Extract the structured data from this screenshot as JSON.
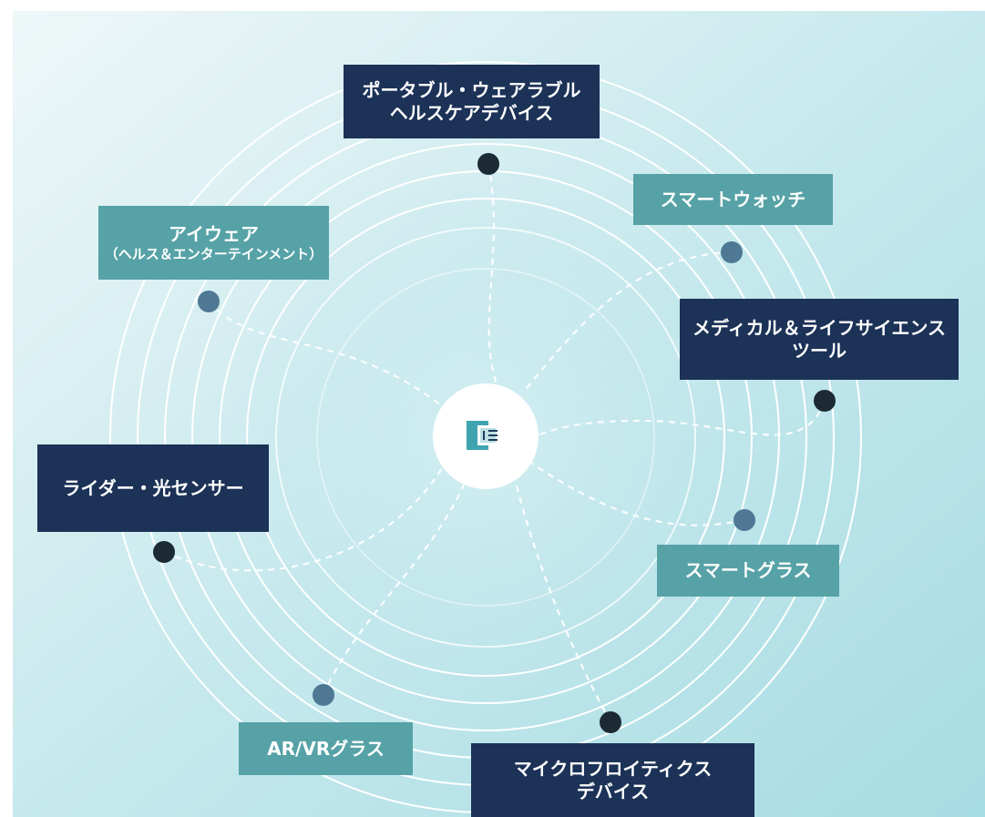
{
  "colors": {
    "background_start": "#e9f4f6",
    "background_end": "#a9dde4",
    "ring": "#ffffff",
    "dark_box": "#1c3257",
    "teal_box": "#56a2a6",
    "dark_dot": "#1c2a33",
    "teal_dot": "#4f7894",
    "center_icon": "#3fa4b0"
  },
  "center": {
    "icon": "chip-icon"
  },
  "nodes": [
    {
      "id": "portable-wearable",
      "style": "dark",
      "lines": [
        "ポータブル・ウェアラブル",
        "ヘルスケアデバイス"
      ]
    },
    {
      "id": "smartwatch",
      "style": "teal",
      "lines": [
        "スマートウォッチ"
      ]
    },
    {
      "id": "medical-lifescience",
      "style": "dark",
      "lines": [
        "メディカル＆ライフサイエンス",
        "ツール"
      ]
    },
    {
      "id": "smartglass",
      "style": "teal",
      "lines": [
        "スマートグラス"
      ]
    },
    {
      "id": "microfluidics",
      "style": "dark",
      "lines": [
        "マイクロフロイティクス",
        "デバイス"
      ]
    },
    {
      "id": "arvr",
      "style": "teal",
      "lines": [
        "AR/VRグラス"
      ]
    },
    {
      "id": "lidar",
      "style": "dark",
      "lines": [
        "ライダー・光センサー"
      ]
    },
    {
      "id": "eyewear",
      "style": "teal",
      "lines": [
        "アイウェア",
        "（ヘルス＆エンターテインメント）"
      ]
    }
  ]
}
